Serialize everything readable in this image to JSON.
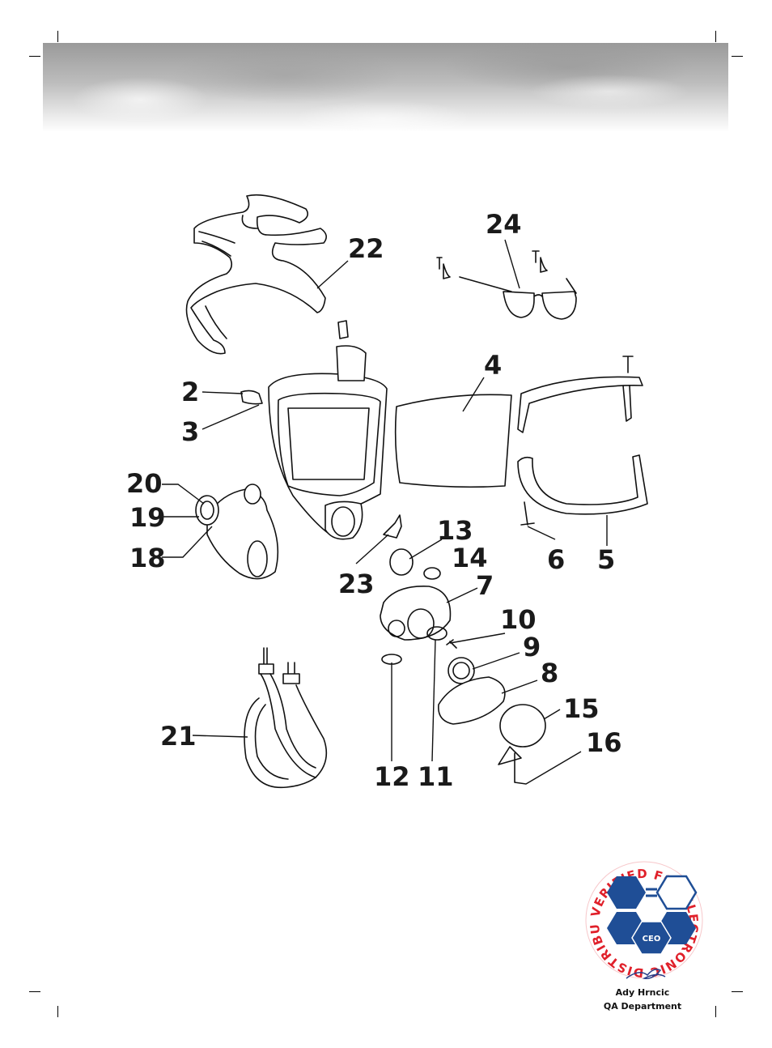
{
  "callouts": [
    {
      "id": "2",
      "label": "2"
    },
    {
      "id": "3",
      "label": "3"
    },
    {
      "id": "4",
      "label": "4"
    },
    {
      "id": "5",
      "label": "5"
    },
    {
      "id": "6",
      "label": "6"
    },
    {
      "id": "7",
      "label": "7"
    },
    {
      "id": "8",
      "label": "8"
    },
    {
      "id": "9",
      "label": "9"
    },
    {
      "id": "10",
      "label": "10"
    },
    {
      "id": "11",
      "label": "11"
    },
    {
      "id": "12",
      "label": "12"
    },
    {
      "id": "13",
      "label": "13"
    },
    {
      "id": "14",
      "label": "14"
    },
    {
      "id": "15",
      "label": "15"
    },
    {
      "id": "16",
      "label": "16"
    },
    {
      "id": "18",
      "label": "18"
    },
    {
      "id": "19",
      "label": "19"
    },
    {
      "id": "20",
      "label": "20"
    },
    {
      "id": "21",
      "label": "21"
    },
    {
      "id": "22",
      "label": "22"
    },
    {
      "id": "23",
      "label": "23"
    },
    {
      "id": "24",
      "label": "24"
    }
  ],
  "seal": {
    "ring_text": "VERIFIED FOR ELECTRONIC DISTRIBUTION",
    "logo_text": "CEO",
    "colors": {
      "ring": "#e0202a",
      "hex": "#1f4e96"
    }
  },
  "signature": {
    "name": "Ady Hrncic",
    "department": "QA Department"
  }
}
